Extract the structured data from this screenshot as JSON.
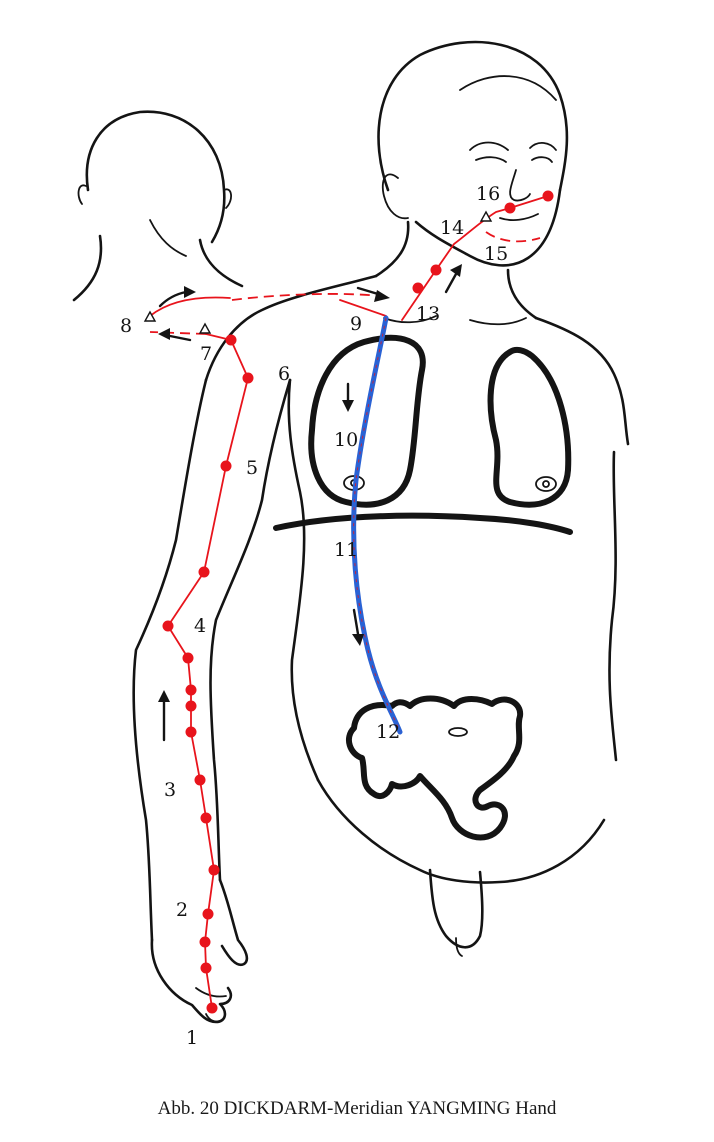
{
  "caption": "Abb. 20   DICKDARM-Meridian YANGMING Hand",
  "point_labels": {
    "p1": "1",
    "p2": "2",
    "p3": "3",
    "p4": "4",
    "p5": "5",
    "p6": "6",
    "p7": "7",
    "p8": "8",
    "p9": "9",
    "p10": "10",
    "p11": "11",
    "p12": "12",
    "p13": "13",
    "p14": "14",
    "p15": "15",
    "p16": "16"
  },
  "colors": {
    "meridian": "#e8141c",
    "internal_pathway": "#2a62d4",
    "outline": "#141414"
  }
}
